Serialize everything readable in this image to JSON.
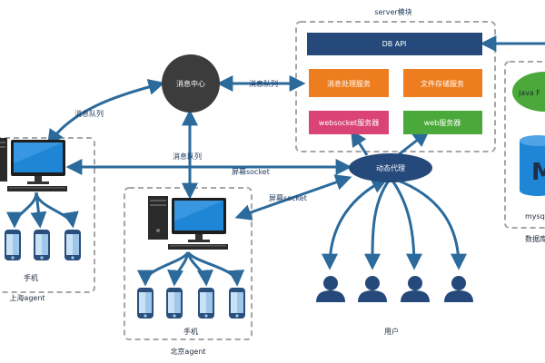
{
  "server_group": {
    "title": "server模块",
    "db_api": "DB API",
    "msg_service": "消息处理服务",
    "file_service": "文件存储服务",
    "websocket_server": "websocket服务器",
    "web_server": "web服务器"
  },
  "message_center": "消息中心",
  "dynamic_proxy": "动态代理",
  "edge_labels": {
    "queue_left": "消息队列",
    "queue_right": "消息队列",
    "queue_down": "消息队列",
    "screen_socket_1": "屏幕socket",
    "screen_socket_2": "屏幕socket"
  },
  "shanghai_agent": {
    "phone_label": "手机",
    "title": "上海agent"
  },
  "beijing_agent": {
    "phone_label": "手机",
    "title": "北京agent"
  },
  "users_label": "用户",
  "database_group": {
    "java_label": "java F",
    "mysql_label": "mysql",
    "db_logo": "M",
    "title": "数据库"
  },
  "colors": {
    "navy": "#24497a",
    "arrow": "#2b6a9a",
    "dark_circle": "#3c3c3c",
    "orange": "#ee7d1f",
    "pink": "#d94375",
    "green": "#4aa93a",
    "dashed": "#a6a6a6"
  }
}
